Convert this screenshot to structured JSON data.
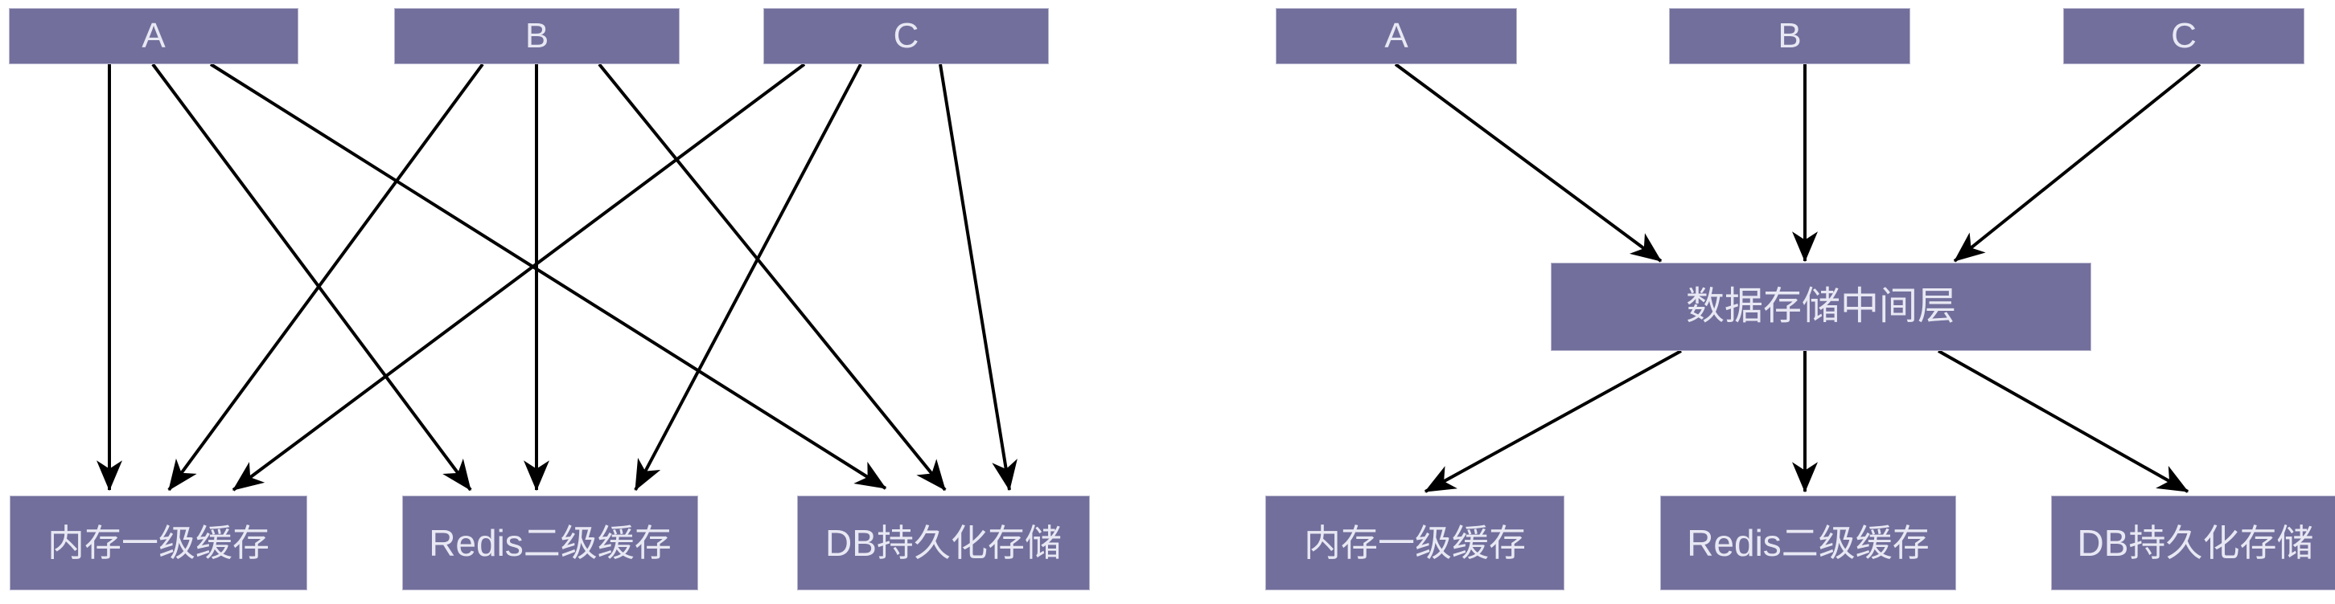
{
  "diagram": {
    "title_visible": false,
    "colors": {
      "node_fill": "#726f9c",
      "node_border": "#b9b7cf",
      "node_text": "#e8e8f4",
      "edge": "#000000",
      "background": "#ffffff"
    },
    "panels": [
      {
        "id": "left-panel",
        "name": "direct-access-architecture",
        "producers": [
          {
            "id": "L-A",
            "label": "A"
          },
          {
            "id": "L-B",
            "label": "B"
          },
          {
            "id": "L-C",
            "label": "C"
          }
        ],
        "stores": [
          {
            "id": "L-S1",
            "label": "内存一级缓存"
          },
          {
            "id": "L-S2",
            "label": "Redis二级缓存"
          },
          {
            "id": "L-S3",
            "label": "DB持久化存储"
          }
        ],
        "edges": [
          {
            "from": "L-A",
            "to": "L-S1"
          },
          {
            "from": "L-A",
            "to": "L-S2"
          },
          {
            "from": "L-A",
            "to": "L-S3"
          },
          {
            "from": "L-B",
            "to": "L-S1"
          },
          {
            "from": "L-B",
            "to": "L-S2"
          },
          {
            "from": "L-B",
            "to": "L-S3"
          },
          {
            "from": "L-C",
            "to": "L-S1"
          },
          {
            "from": "L-C",
            "to": "L-S2"
          },
          {
            "from": "L-C",
            "to": "L-S3"
          }
        ]
      },
      {
        "id": "right-panel",
        "name": "middleware-architecture",
        "producers": [
          {
            "id": "R-A",
            "label": "A"
          },
          {
            "id": "R-B",
            "label": "B"
          },
          {
            "id": "R-C",
            "label": "C"
          }
        ],
        "middleware": {
          "id": "R-MID",
          "label": "数据存储中间层"
        },
        "stores": [
          {
            "id": "R-S1",
            "label": "内存一级缓存"
          },
          {
            "id": "R-S2",
            "label": "Redis二级缓存"
          },
          {
            "id": "R-S3",
            "label": "DB持久化存储"
          }
        ],
        "edges": [
          {
            "from": "R-A",
            "to": "R-MID"
          },
          {
            "from": "R-B",
            "to": "R-MID"
          },
          {
            "from": "R-C",
            "to": "R-MID"
          },
          {
            "from": "R-MID",
            "to": "R-S1"
          },
          {
            "from": "R-MID",
            "to": "R-S2"
          },
          {
            "from": "R-MID",
            "to": "R-S3"
          }
        ]
      }
    ]
  }
}
